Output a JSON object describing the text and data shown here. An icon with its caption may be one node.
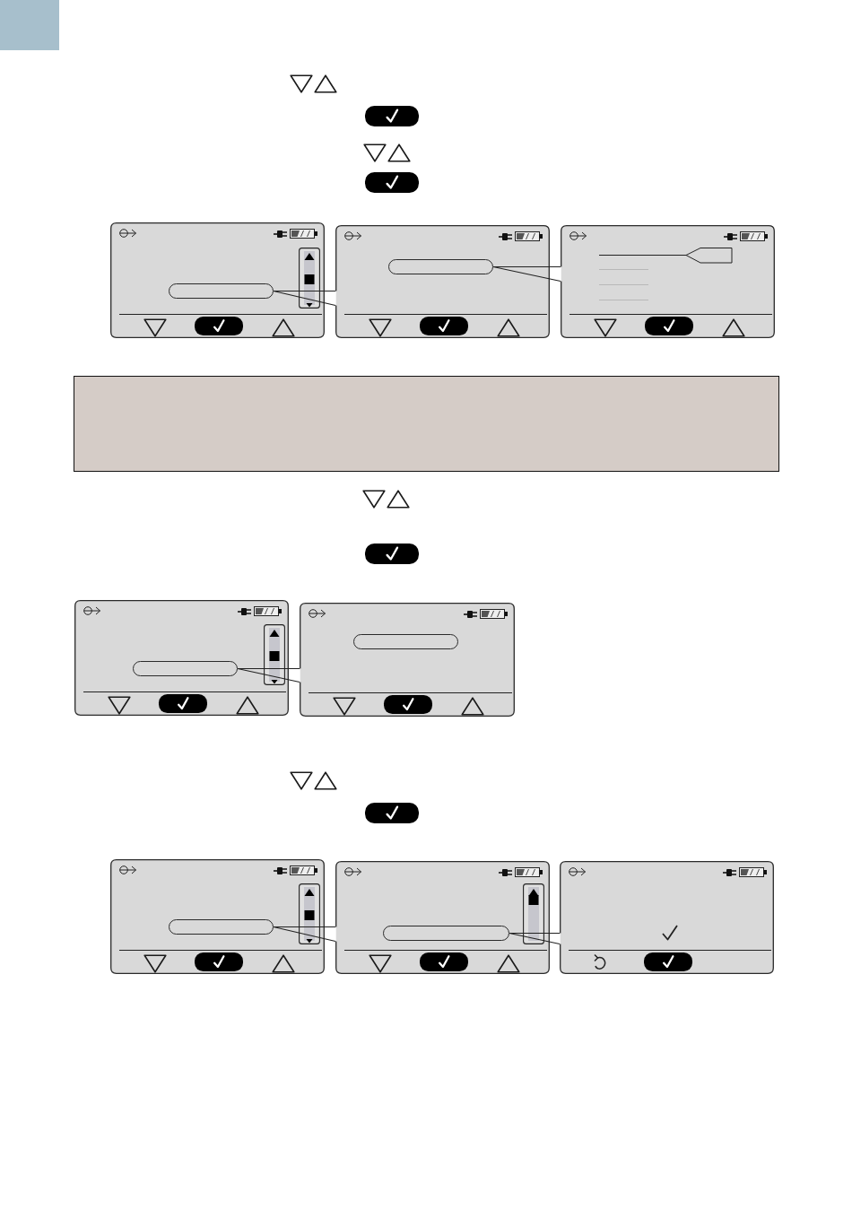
{
  "diagram": {
    "nodes": [
      {
        "text": [],
        "shape": "box"
      },
      {
        "text": [],
        "shape": "box",
        "in": 0
      },
      {
        "text": [],
        "shape": "box"
      },
      {
        "text": [],
        "shape": "box",
        "in": 2
      },
      {
        "text": [],
        "shape": "box"
      },
      {
        "text": [],
        "shape": "box"
      },
      {
        "text": [],
        "shape": "box"
      },
      {
        "text": [],
        "shape": "box",
        "in": 6
      },
      {
        "text": [],
        "shape": "box"
      },
      {
        "text": [],
        "shape": "box",
        "in": 8
      },
      {
        "text": [],
        "shape": "box"
      },
      {
        "text": [],
        "shape": "box",
        "in": 10
      },
      {
        "text": [],
        "shape": "box"
      },
      {
        "text": [],
        "shape": "box",
        "in": 12
      },
      {
        "text": [],
        "shape": "box"
      }
    ],
    "edges": [
      {
        "from": 1,
        "to": 2,
        "arrow": "none"
      },
      {
        "from": 3,
        "to": 4,
        "arrow": "none"
      },
      {
        "from": 7,
        "to": 8,
        "arrow": "none"
      },
      {
        "from": 11,
        "to": 12,
        "arrow": "none"
      },
      {
        "from": 13,
        "to": 14,
        "arrow": "none"
      }
    ]
  }
}
